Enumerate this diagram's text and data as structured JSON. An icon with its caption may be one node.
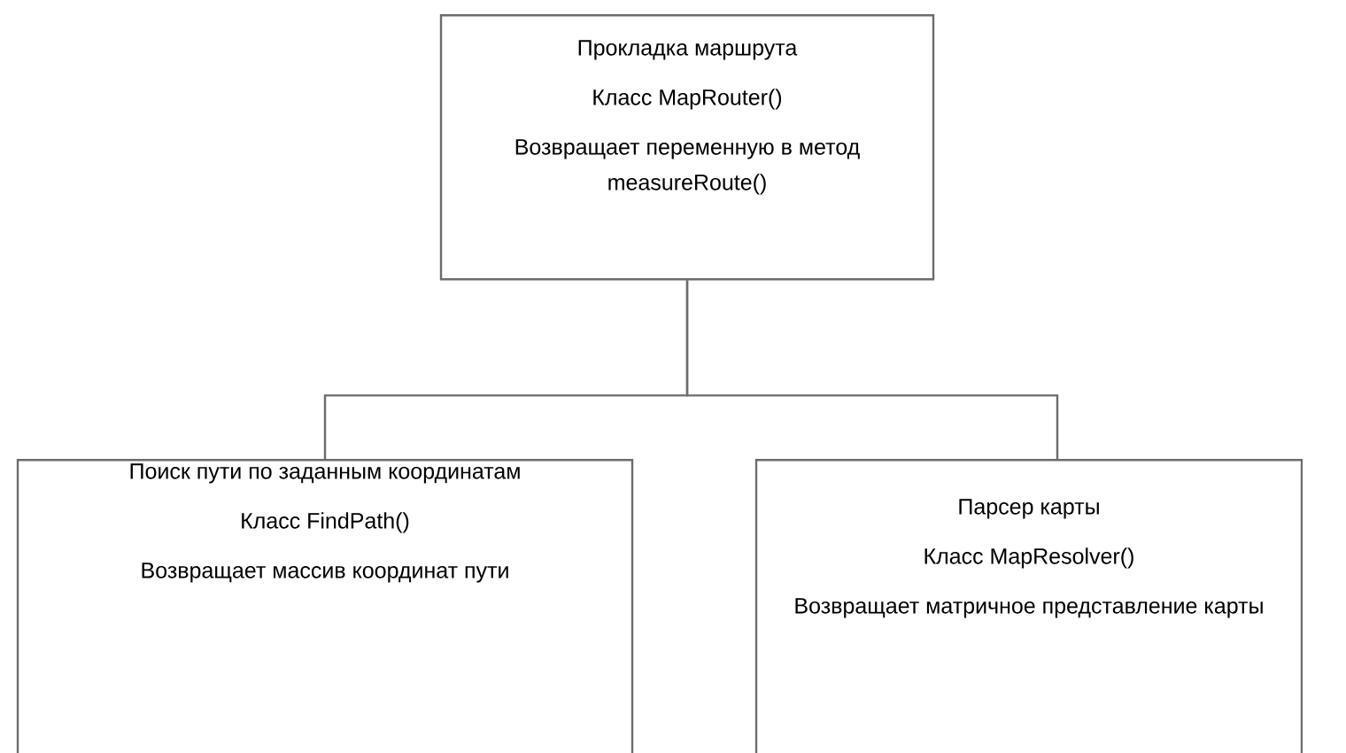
{
  "diagram": {
    "nodes": [
      {
        "text": [
          "Прокладка маршрута",
          "Класс MapRouter()",
          "Возвращает переменную в метод measureRoute()"
        ]
      },
      {
        "text": [
          "Поиск пути по заданным координатам",
          "Класс FindPath()",
          "Возвращает массив координат пути"
        ]
      },
      {
        "text": [
          "Парсер карты",
          "Класс MapResolver()",
          "Возвращает матричное представление карты"
        ]
      }
    ],
    "edges": [
      {
        "from": 0,
        "to": 1,
        "arrow": "none"
      },
      {
        "from": 0,
        "to": 2,
        "arrow": "none"
      }
    ]
  }
}
